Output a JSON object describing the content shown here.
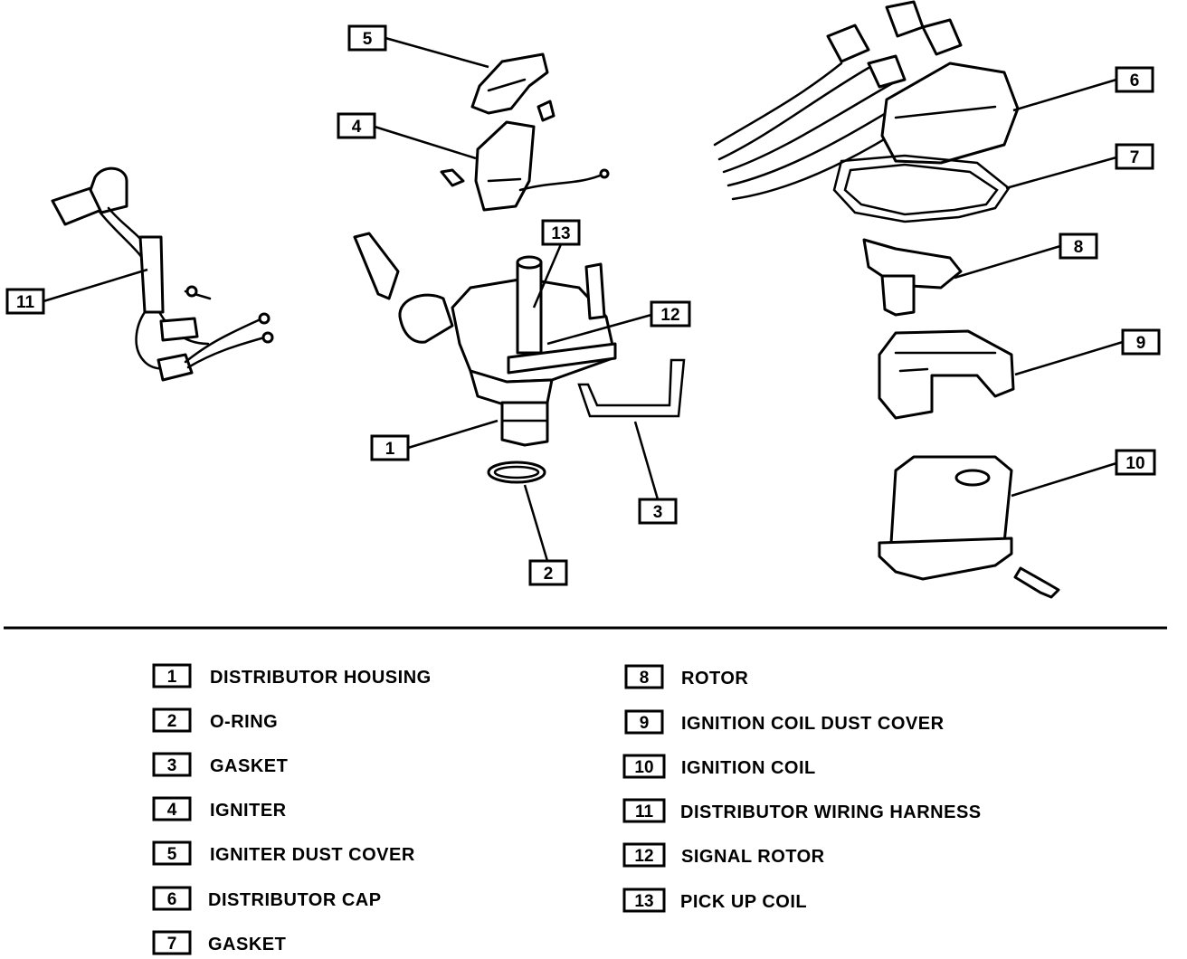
{
  "legend": [
    {
      "num": "1",
      "label": "DISTRIBUTOR HOUSING"
    },
    {
      "num": "2",
      "label": "O-RING"
    },
    {
      "num": "3",
      "label": "GASKET"
    },
    {
      "num": "4",
      "label": "IGNITER"
    },
    {
      "num": "5",
      "label": "IGNITER DUST COVER"
    },
    {
      "num": "6",
      "label": "DISTRIBUTOR CAP"
    },
    {
      "num": "7",
      "label": "GASKET"
    },
    {
      "num": "8",
      "label": "ROTOR"
    },
    {
      "num": "9",
      "label": "IGNITION COIL DUST COVER"
    },
    {
      "num": "10",
      "label": "IGNITION COIL"
    },
    {
      "num": "11",
      "label": "DISTRIBUTOR WIRING HARNESS"
    },
    {
      "num": "12",
      "label": "SIGNAL ROTOR"
    },
    {
      "num": "13",
      "label": "PICK UP COIL"
    }
  ],
  "callouts": [
    "1",
    "2",
    "3",
    "4",
    "5",
    "6",
    "7",
    "8",
    "9",
    "10",
    "11",
    "12",
    "13"
  ]
}
